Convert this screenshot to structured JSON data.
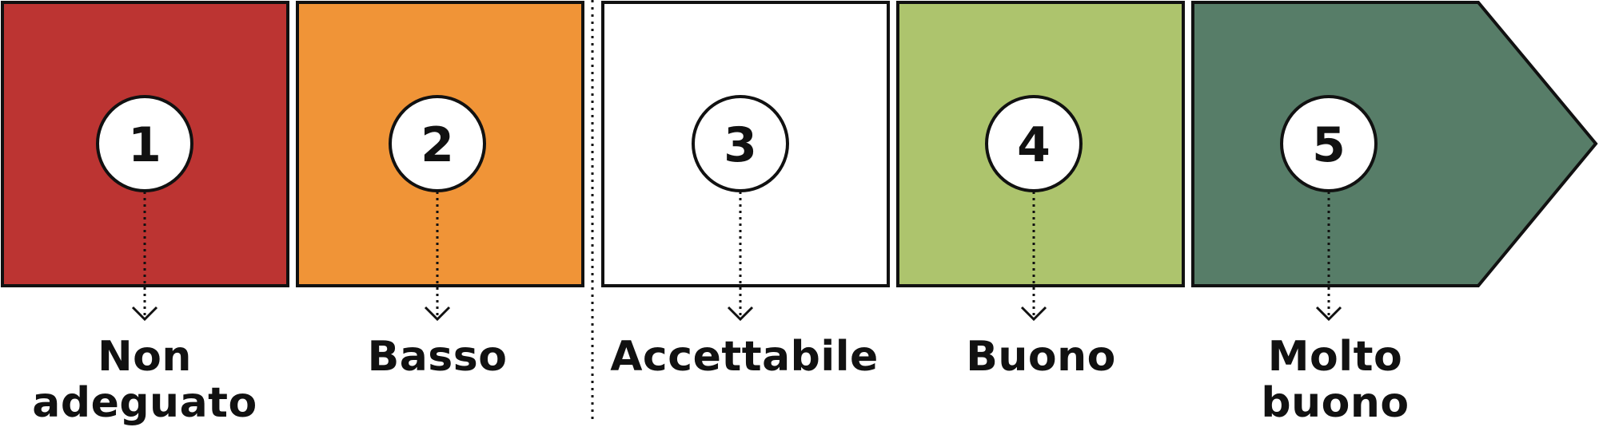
{
  "steps": [
    {
      "number": "1",
      "label_line1": "Non",
      "label_line2": "adeguato",
      "color": "#BC3432"
    },
    {
      "number": "2",
      "label_line1": "Basso",
      "label_line2": "",
      "color": "#F09437"
    },
    {
      "number": "3",
      "label_line1": "Accettabile",
      "label_line2": "",
      "color": "#FFFFFF"
    },
    {
      "number": "4",
      "label_line1": "Buono",
      "label_line2": "",
      "color": "#ADC46D"
    },
    {
      "number": "5",
      "label_line1": "Molto",
      "label_line2": "buono",
      "color": "#577D68"
    }
  ],
  "colors": {
    "outline": "#111111",
    "circle_fill": "#FFFFFF"
  }
}
